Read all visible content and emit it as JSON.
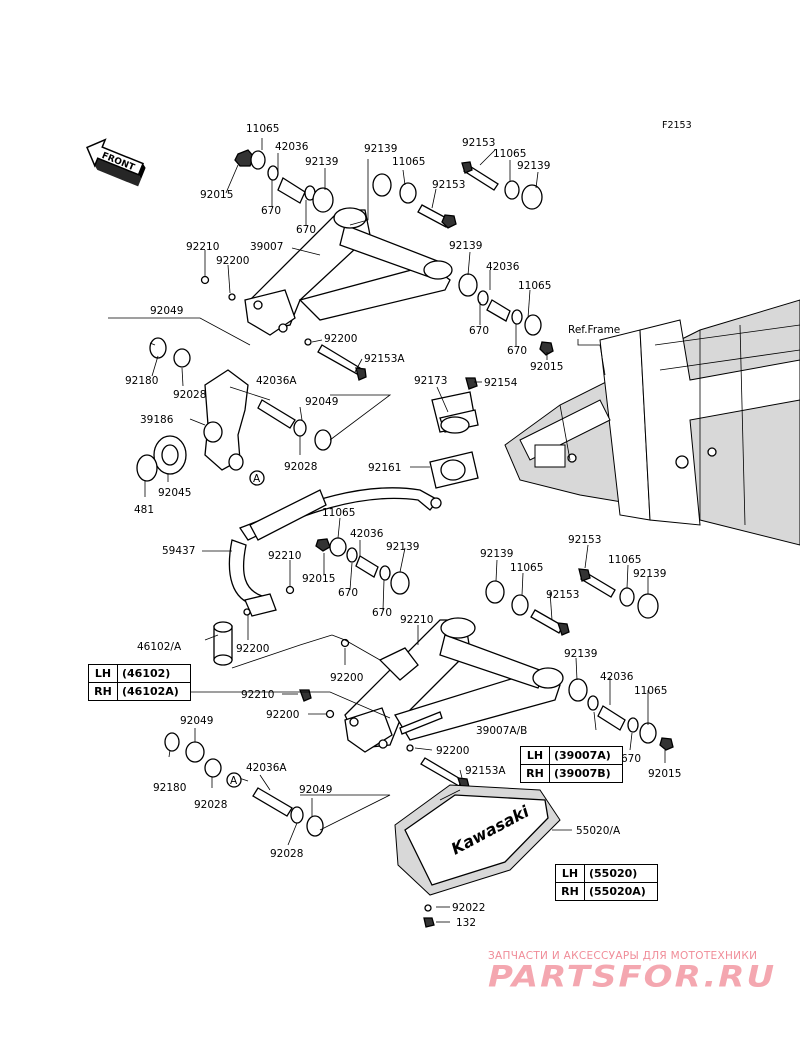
{
  "diagram_code": "F2153",
  "front_label": "FRONT",
  "frame_label": "Ref.Frame",
  "brand_badge": "Kawasaki",
  "callouts": [
    {
      "id": "c1",
      "text": "11065"
    },
    {
      "id": "c2",
      "text": "42036"
    },
    {
      "id": "c3",
      "text": "92139"
    },
    {
      "id": "c4",
      "text": "92015"
    },
    {
      "id": "c5",
      "text": "670"
    },
    {
      "id": "c6",
      "text": "670"
    },
    {
      "id": "c7",
      "text": "92139"
    },
    {
      "id": "c8",
      "text": "11065"
    },
    {
      "id": "c9",
      "text": "92153"
    },
    {
      "id": "c10",
      "text": "11065"
    },
    {
      "id": "c11",
      "text": "92139"
    },
    {
      "id": "c12",
      "text": "92153"
    },
    {
      "id": "c13",
      "text": "92210"
    },
    {
      "id": "c14",
      "text": "39007"
    },
    {
      "id": "c15",
      "text": "92200"
    },
    {
      "id": "c16",
      "text": "92139"
    },
    {
      "id": "c17",
      "text": "42036"
    },
    {
      "id": "c18",
      "text": "11065"
    },
    {
      "id": "c19",
      "text": "670"
    },
    {
      "id": "c20",
      "text": "670"
    },
    {
      "id": "c21",
      "text": "92015"
    },
    {
      "id": "c22",
      "text": "92049"
    },
    {
      "id": "c23",
      "text": "92200"
    },
    {
      "id": "c24",
      "text": "92153A"
    },
    {
      "id": "c25",
      "text": "92180"
    },
    {
      "id": "c26",
      "text": "92028"
    },
    {
      "id": "c27",
      "text": "42036A"
    },
    {
      "id": "c28",
      "text": "92173"
    },
    {
      "id": "c29",
      "text": "92154"
    },
    {
      "id": "c30",
      "text": "39186"
    },
    {
      "id": "c31",
      "text": "92049"
    },
    {
      "id": "c32",
      "text": "92028"
    },
    {
      "id": "c33",
      "text": "92161"
    },
    {
      "id": "c34",
      "text": "92045"
    },
    {
      "id": "c35",
      "text": "481"
    },
    {
      "id": "c36",
      "text": "11065"
    },
    {
      "id": "c37",
      "text": "42036"
    },
    {
      "id": "c38",
      "text": "59437"
    },
    {
      "id": "c39",
      "text": "92210"
    },
    {
      "id": "c40",
      "text": "92139"
    },
    {
      "id": "c41",
      "text": "92015"
    },
    {
      "id": "c42",
      "text": "670"
    },
    {
      "id": "c43",
      "text": "670"
    },
    {
      "id": "c44",
      "text": "92139"
    },
    {
      "id": "c45",
      "text": "11065"
    },
    {
      "id": "c46",
      "text": "92153"
    },
    {
      "id": "c47",
      "text": "11065"
    },
    {
      "id": "c48",
      "text": "92139"
    },
    {
      "id": "c49",
      "text": "92153"
    },
    {
      "id": "c50",
      "text": "92210"
    },
    {
      "id": "c51",
      "text": "46102/A"
    },
    {
      "id": "c52",
      "text": "92200"
    },
    {
      "id": "c53",
      "text": "92200"
    },
    {
      "id": "c54",
      "text": "92139"
    },
    {
      "id": "c55",
      "text": "42036"
    },
    {
      "id": "c56",
      "text": "11065"
    },
    {
      "id": "c57",
      "text": "92210"
    },
    {
      "id": "c58",
      "text": "92200"
    },
    {
      "id": "c59",
      "text": "92049"
    },
    {
      "id": "c60",
      "text": "39007A/B"
    },
    {
      "id": "c61",
      "text": "92200"
    },
    {
      "id": "c62",
      "text": "670"
    },
    {
      "id": "c63",
      "text": "92015"
    },
    {
      "id": "c64",
      "text": "92180"
    },
    {
      "id": "c65",
      "text": "92028"
    },
    {
      "id": "c66",
      "text": "42036A"
    },
    {
      "id": "c67",
      "text": "92153A"
    },
    {
      "id": "c68",
      "text": "92049"
    },
    {
      "id": "c69",
      "text": "55020/A"
    },
    {
      "id": "c70",
      "text": "92028"
    },
    {
      "id": "c71",
      "text": "92022"
    },
    {
      "id": "c72",
      "text": "132"
    }
  ],
  "markers": [
    {
      "id": "m1",
      "text": "A"
    },
    {
      "id": "m2",
      "text": "A"
    }
  ],
  "tables": [
    {
      "id": "t1",
      "rows": [
        {
          "side": "LH",
          "part": "(46102)"
        },
        {
          "side": "RH",
          "part": "(46102A)"
        }
      ]
    },
    {
      "id": "t2",
      "rows": [
        {
          "side": "LH",
          "part": "(39007A)"
        },
        {
          "side": "RH",
          "part": "(39007B)"
        }
      ]
    },
    {
      "id": "t3",
      "rows": [
        {
          "side": "LH",
          "part": "(55020)"
        },
        {
          "side": "RH",
          "part": "(55020A)"
        }
      ]
    }
  ],
  "watermark": {
    "subtitle": "ЗАПЧАСТИ И АКСЕССУАРЫ ДЛЯ МОТОТЕХНИКИ",
    "brand": "PARTSFOR.RU"
  }
}
